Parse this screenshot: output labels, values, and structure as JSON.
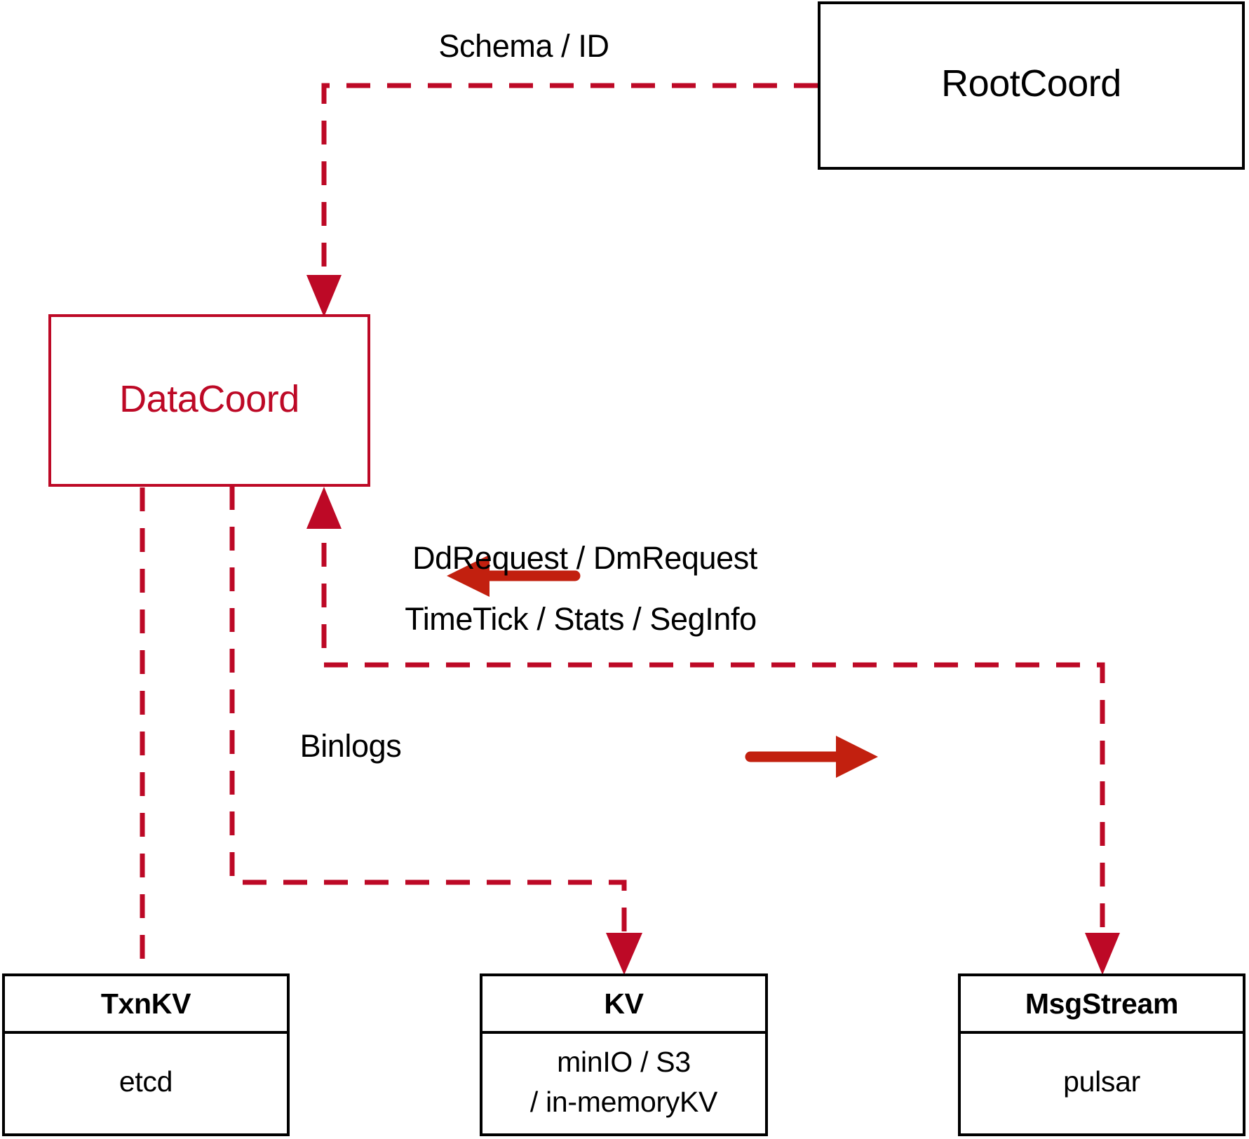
{
  "diagram": {
    "title": "DataCoord component interaction diagram",
    "colors": {
      "dashed_edge": "#bd0926",
      "solid_arrow": "#c2200f",
      "node_border_black": "#000000",
      "node_border_red": "#bd0926",
      "accent_text_red": "#bd0926",
      "background": "#ffffff"
    },
    "nodes": {
      "rootcoord": {
        "label": "RootCoord",
        "style": "plain-black"
      },
      "datacoord": {
        "label": "DataCoord",
        "style": "plain-red"
      },
      "txnkv": {
        "header": "TxnKV",
        "body": [
          "etcd"
        ],
        "style": "table-black"
      },
      "kv": {
        "header": "KV",
        "body": [
          "minIO / S3",
          "/ in-memoryKV"
        ],
        "style": "table-black"
      },
      "msgstream": {
        "header": "MsgStream",
        "body": [
          "pulsar"
        ],
        "style": "table-black"
      }
    },
    "edge_labels": {
      "schema_id": "Schema / ID",
      "dd_dm_request": "DdRequest / DmRequest",
      "timetick_stats_seginfo": "TimeTick / Stats / SegInfo",
      "binlogs": "Binlogs"
    }
  }
}
